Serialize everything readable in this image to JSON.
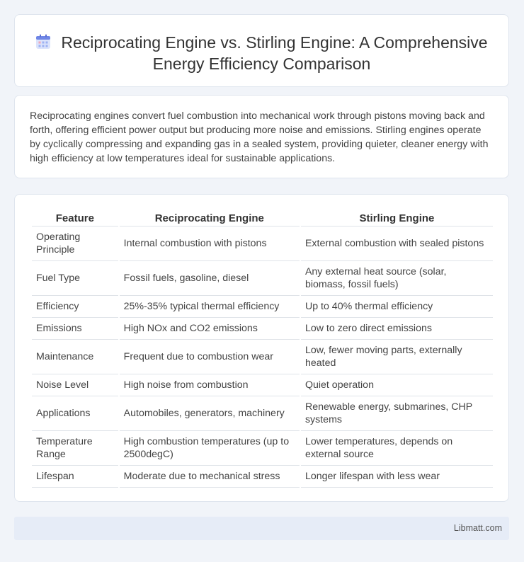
{
  "header": {
    "icon": "calendar-icon",
    "title": "Reciprocating Engine vs. Stirling Engine: A Comprehensive Energy Efficiency Comparison"
  },
  "intro": {
    "text": "Reciprocating engines convert fuel combustion into mechanical work through pistons moving back and forth, offering efficient power output but producing more noise and emissions. Stirling engines operate by cyclically compressing and expanding gas in a sealed system, providing quieter, cleaner energy with high efficiency at low temperatures ideal for sustainable applications."
  },
  "table": {
    "headers": [
      "Feature",
      "Reciprocating Engine",
      "Stirling Engine"
    ],
    "rows": [
      [
        "Operating Principle",
        "Internal combustion with pistons",
        "External combustion with sealed pistons"
      ],
      [
        "Fuel Type",
        "Fossil fuels, gasoline, diesel",
        "Any external heat source (solar, biomass, fossil fuels)"
      ],
      [
        "Efficiency",
        "25%-35% typical thermal efficiency",
        "Up to 40% thermal efficiency"
      ],
      [
        "Emissions",
        "High NOx and CO2 emissions",
        "Low to zero direct emissions"
      ],
      [
        "Maintenance",
        "Frequent due to combustion wear",
        "Low, fewer moving parts, externally heated"
      ],
      [
        "Noise Level",
        "High noise from combustion",
        "Quiet operation"
      ],
      [
        "Applications",
        "Automobiles, generators, machinery",
        "Renewable energy, submarines, CHP systems"
      ],
      [
        "Temperature Range",
        "High combustion temperatures (up to 2500degC)",
        "Lower temperatures, depends on external source"
      ],
      [
        "Lifespan",
        "Moderate due to mechanical stress",
        "Longer lifespan with less wear"
      ]
    ]
  },
  "footer": {
    "text": "Libmatt.com"
  }
}
